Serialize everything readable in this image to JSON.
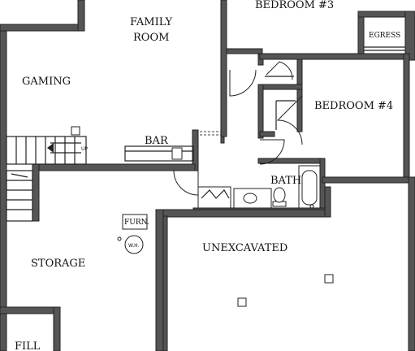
{
  "rooms": {
    "family_room_line1": "FAMILY",
    "family_room_line2": "ROOM",
    "bedroom3": "BEDROOM #3",
    "egress": "EGRESS",
    "gaming": "GAMING",
    "bedroom4": "BEDROOM #4",
    "bar": "BAR",
    "bath": "BATH",
    "furnace": "FURN.",
    "water_heater": "W.H.",
    "storage": "STORAGE",
    "unexcavated": "UNEXCAVATED",
    "fill": "FILL"
  },
  "stair_note": "UP"
}
